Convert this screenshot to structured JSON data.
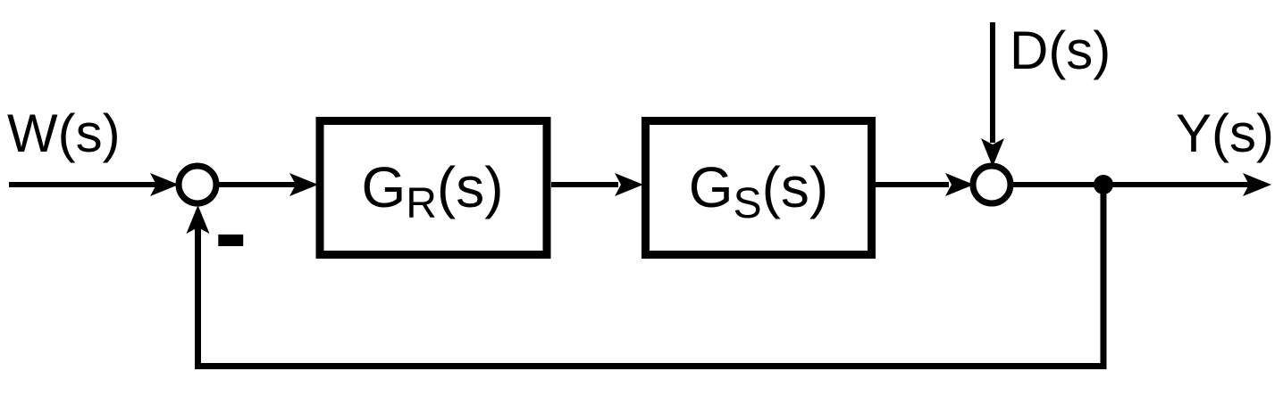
{
  "diagram": {
    "kind": "closed-loop-control-block-diagram",
    "background_color": "#ffffff",
    "line_color": "#000000",
    "labels": {
      "input": "W(s)",
      "disturbance": "D(s)",
      "output": "Y(s)",
      "feedback_sign": "-"
    },
    "blocks": [
      {
        "base": "G",
        "sub": "R",
        "arg": "(s)"
      },
      {
        "base": "G",
        "sub": "S",
        "arg": "(s)"
      }
    ]
  }
}
